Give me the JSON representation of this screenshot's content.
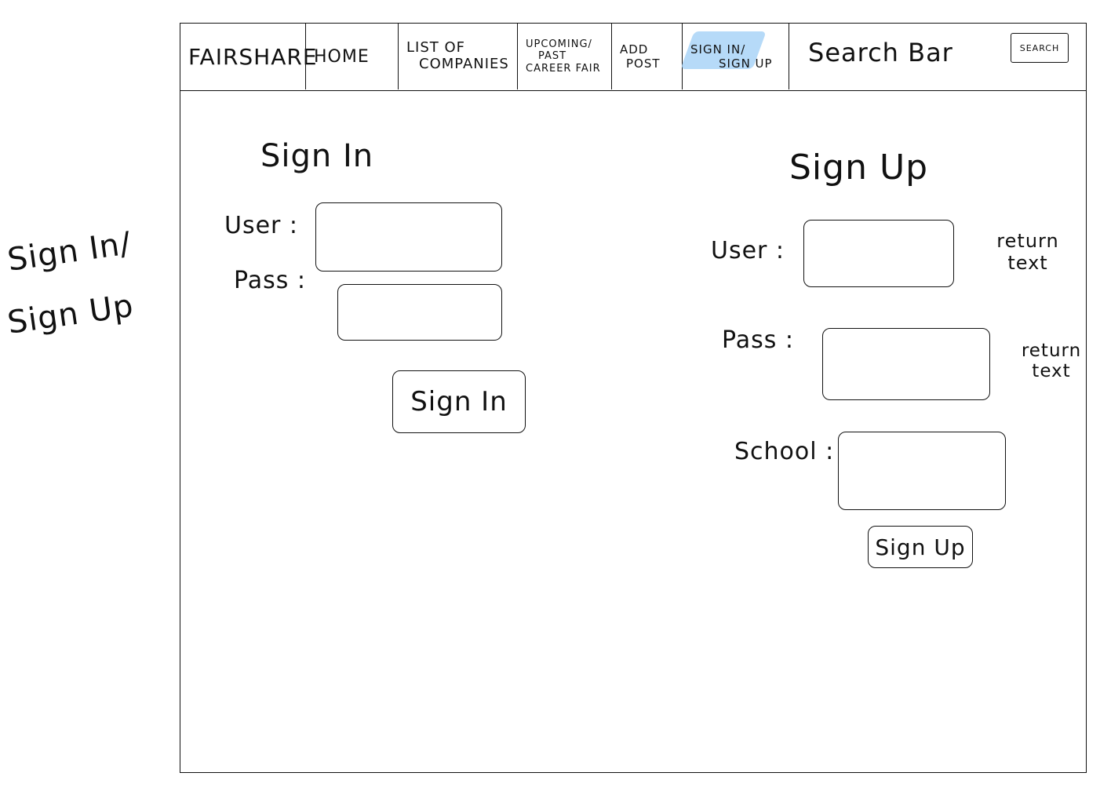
{
  "side_annotation": {
    "line1": "Sign In/",
    "line2": "Sign Up"
  },
  "nav": {
    "brand": "FairShare",
    "home": "Home",
    "companies_line1": "List of",
    "companies_line2": "Companies",
    "career_line1": "Upcoming/",
    "career_line2": "Past",
    "career_line3": "Career Fair",
    "add_line1": "Add",
    "add_line2": "Post",
    "signin_line1": "Sign In/",
    "signin_line2": "Sign Up",
    "search_text": "Search Bar",
    "search_button": "Search"
  },
  "sign_in": {
    "title": "Sign In",
    "user_label": "User :",
    "pass_label": "Pass :",
    "button": "Sign In"
  },
  "sign_up": {
    "title": "Sign Up",
    "user_label": "User :",
    "pass_label": "Pass :",
    "school_label": "School :",
    "user_return": "return text",
    "pass_return": "return text",
    "button": "Sign Up"
  },
  "colors": {
    "ink": "#111111",
    "highlight": "#a9d4f7"
  }
}
